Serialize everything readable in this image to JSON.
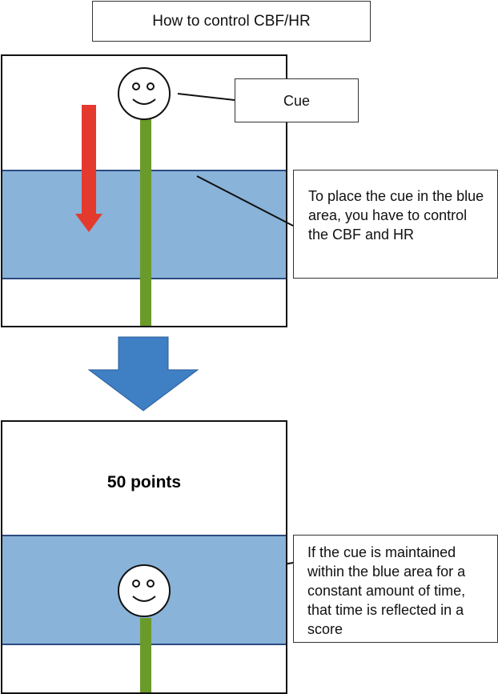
{
  "title": "How to control CBF/HR",
  "cue_label": "Cue",
  "callout_top": "To place the cue in the blue area, you have to control the CBF and HR",
  "score_text": "50 points",
  "callout_bottom": "If the cue is maintained within the blue area for a constant amount of time, that time is reflected in a score",
  "colors": {
    "blue_area": "#89b3d9",
    "blue_border": "#2c4a80",
    "cue_stick": "#6a9a2a",
    "down_arrow": "#e43a2e",
    "flow_arrow": "#3f7fc4"
  }
}
